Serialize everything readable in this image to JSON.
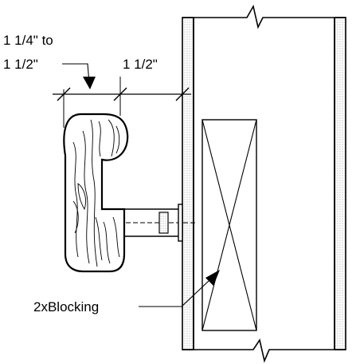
{
  "labels": {
    "handrail_width": "1 1/4\" to",
    "handrail_width_2": "1 1/2\"",
    "clearance": "1 1/2\"",
    "blocking": "2xBlocking"
  },
  "colors": {
    "ink": "#000000",
    "stipple": "#d9d9d9",
    "background": "#ffffff"
  }
}
